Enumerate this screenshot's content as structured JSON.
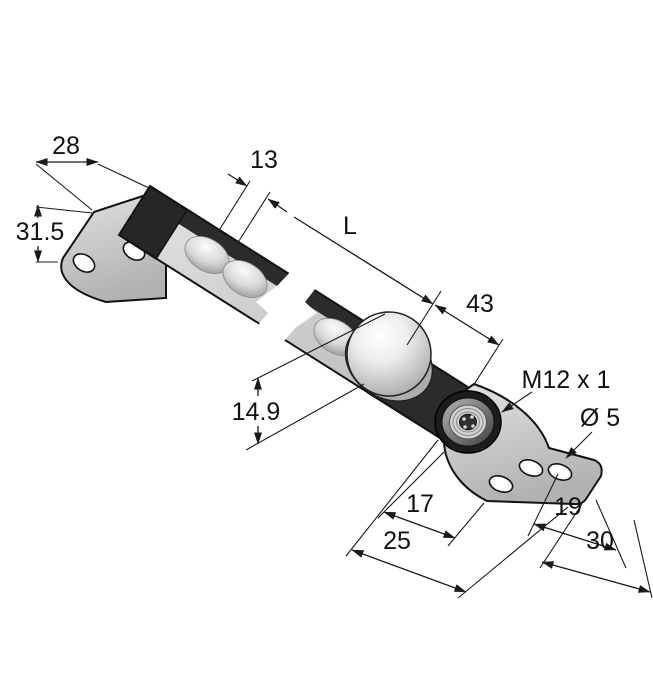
{
  "background": "#ffffff",
  "drawing": {
    "type": "technical-dimension-drawing",
    "labels": {
      "d28": "28",
      "d13": "13",
      "d31_5": "31.5",
      "dL": "L",
      "d43": "43",
      "m12": "M12 x 1",
      "dia5": "Ø 5",
      "d14_9": "14.9",
      "d17": "17",
      "d25": "25",
      "d19": "19",
      "d30": "30"
    },
    "colors": {
      "line": "#1a1a1a",
      "housing_light": "#d6d6d6",
      "housing_dark": "#2b2b2b",
      "bracket": "#d4d4d4",
      "background": "#ffffff"
    }
  }
}
